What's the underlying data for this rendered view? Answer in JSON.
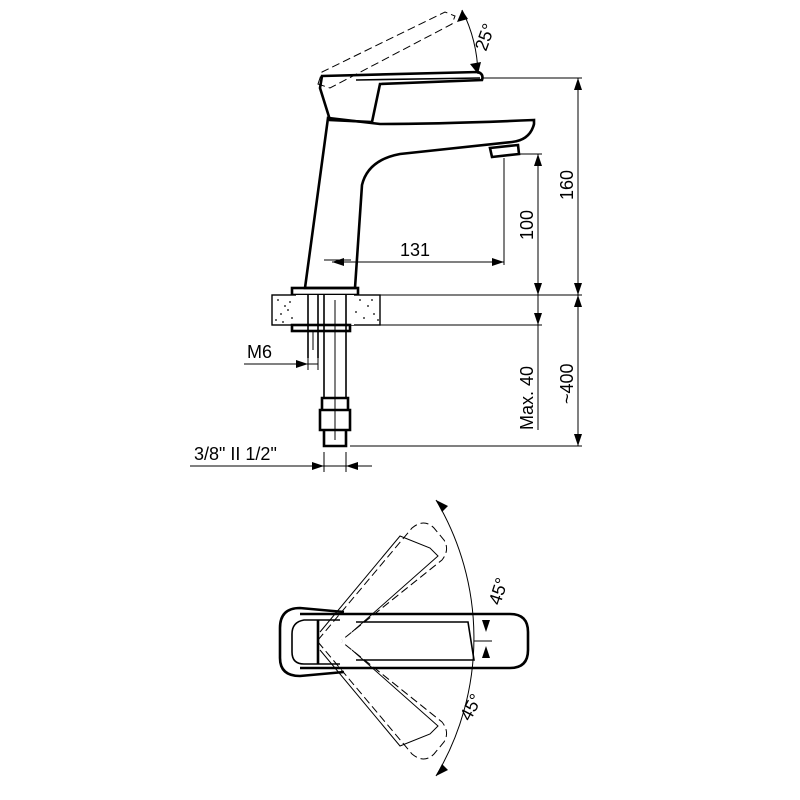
{
  "side_view": {
    "lever_angle": "25°",
    "height_total": "160",
    "height_spout": "100",
    "reach": "131",
    "thread": "M6",
    "max_deck": "Max. 40",
    "hose_length": "~400",
    "connection": "3/8\" II 1/2\""
  },
  "top_view": {
    "angle_left": "45°",
    "angle_right": "45°"
  }
}
